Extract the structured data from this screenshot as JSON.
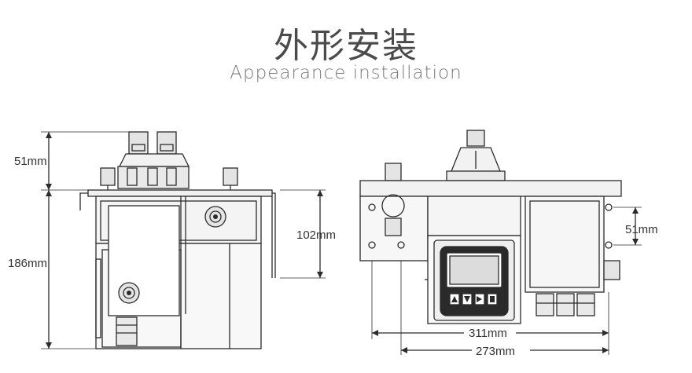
{
  "title": {
    "cn": "外形安装",
    "en": "Appearance installation"
  },
  "dimensions": {
    "side_top": "51mm",
    "side_total": "186mm",
    "side_width": "102mm",
    "front_right": "51mm",
    "front_width_outer": "311mm",
    "front_width_inner": "273mm"
  },
  "colors": {
    "line": "#2b2b2b",
    "fill_light": "#ededed",
    "fill_mid": "#d6d6d6",
    "screen": "#1a1a1a"
  }
}
